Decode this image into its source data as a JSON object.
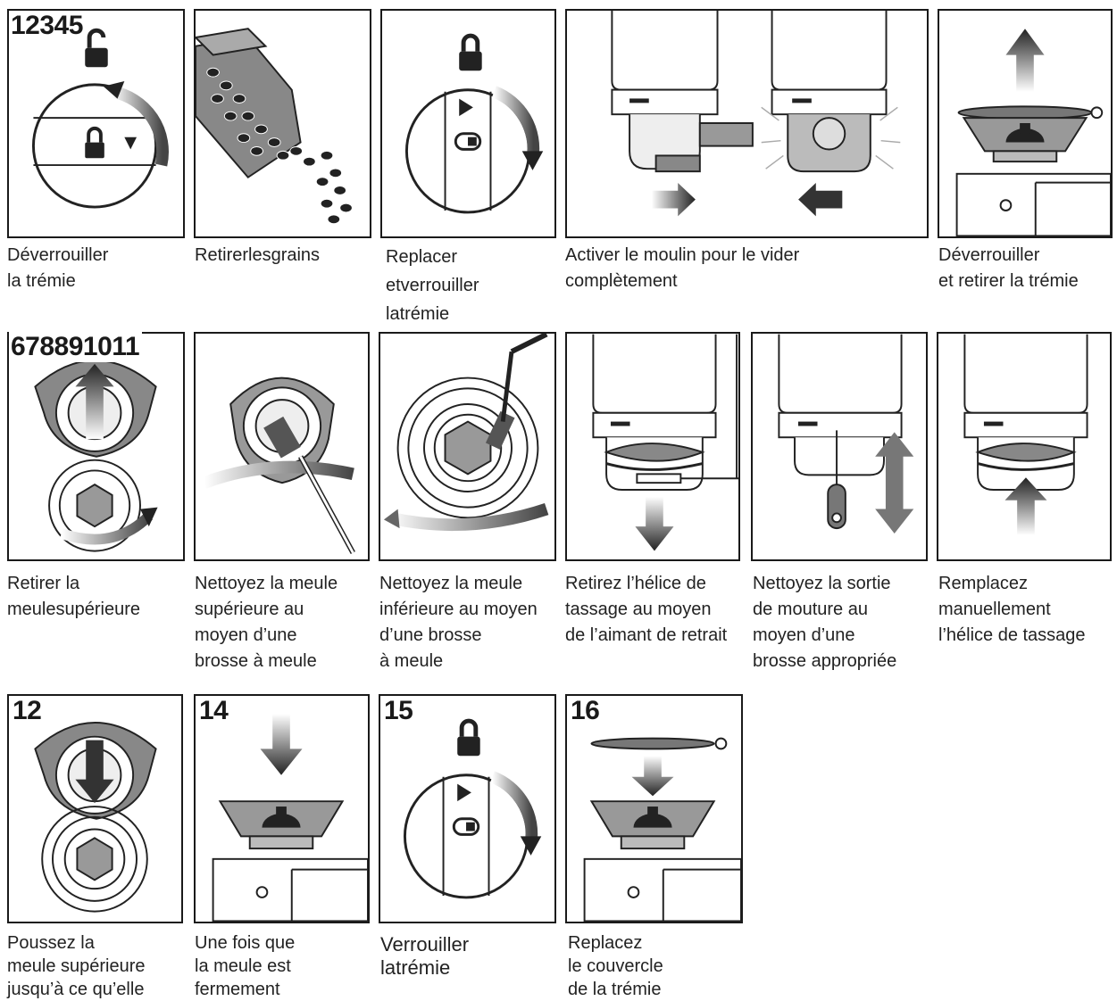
{
  "row1": {
    "number_label": "12345",
    "steps": [
      {
        "caption": "Déverrouiller\nla trémie"
      },
      {
        "caption": "Retirerlesgrains"
      },
      {
        "caption": "Replacer\netverrouiller\nlatrémie"
      },
      {
        "caption": "Activer le moulin pour le vider\ncomplètement"
      },
      {
        "caption": "Déverrouiller\net  retirer la trémie"
      }
    ]
  },
  "row2": {
    "number_label": "678891011",
    "steps": [
      {
        "caption": "Retirer la\nmeulesupérieure"
      },
      {
        "caption": "Nettoyez la meule\nsupérieure au\nmoyen d’une\nbrosse à meule"
      },
      {
        "caption": "Nettoyez la meule\ninférieure au moyen\nd’une brosse\nà meule"
      },
      {
        "caption": "Retirez l’hélice de\ntassage au moyen\nde l’aimant de retrait"
      },
      {
        "caption": "Nettoyez la sortie\nde mouture au\nmoyen d’une\nbrosse appropriée"
      },
      {
        "caption": "Remplacez\nmanuellement\nl’hélice de tassage"
      }
    ]
  },
  "row3": {
    "steps": [
      {
        "number": "12",
        "caption": "Poussez la\nmeule supérieure\njusqu’à ce qu’elle"
      },
      {
        "number": "14",
        "caption": "Une fois que\nla meule est\nfermement"
      },
      {
        "number": "15",
        "caption": "Verrouiller\nlatrémie"
      },
      {
        "number": "16",
        "caption": "Replacez\nle couvercle\nde la trémie"
      }
    ]
  }
}
